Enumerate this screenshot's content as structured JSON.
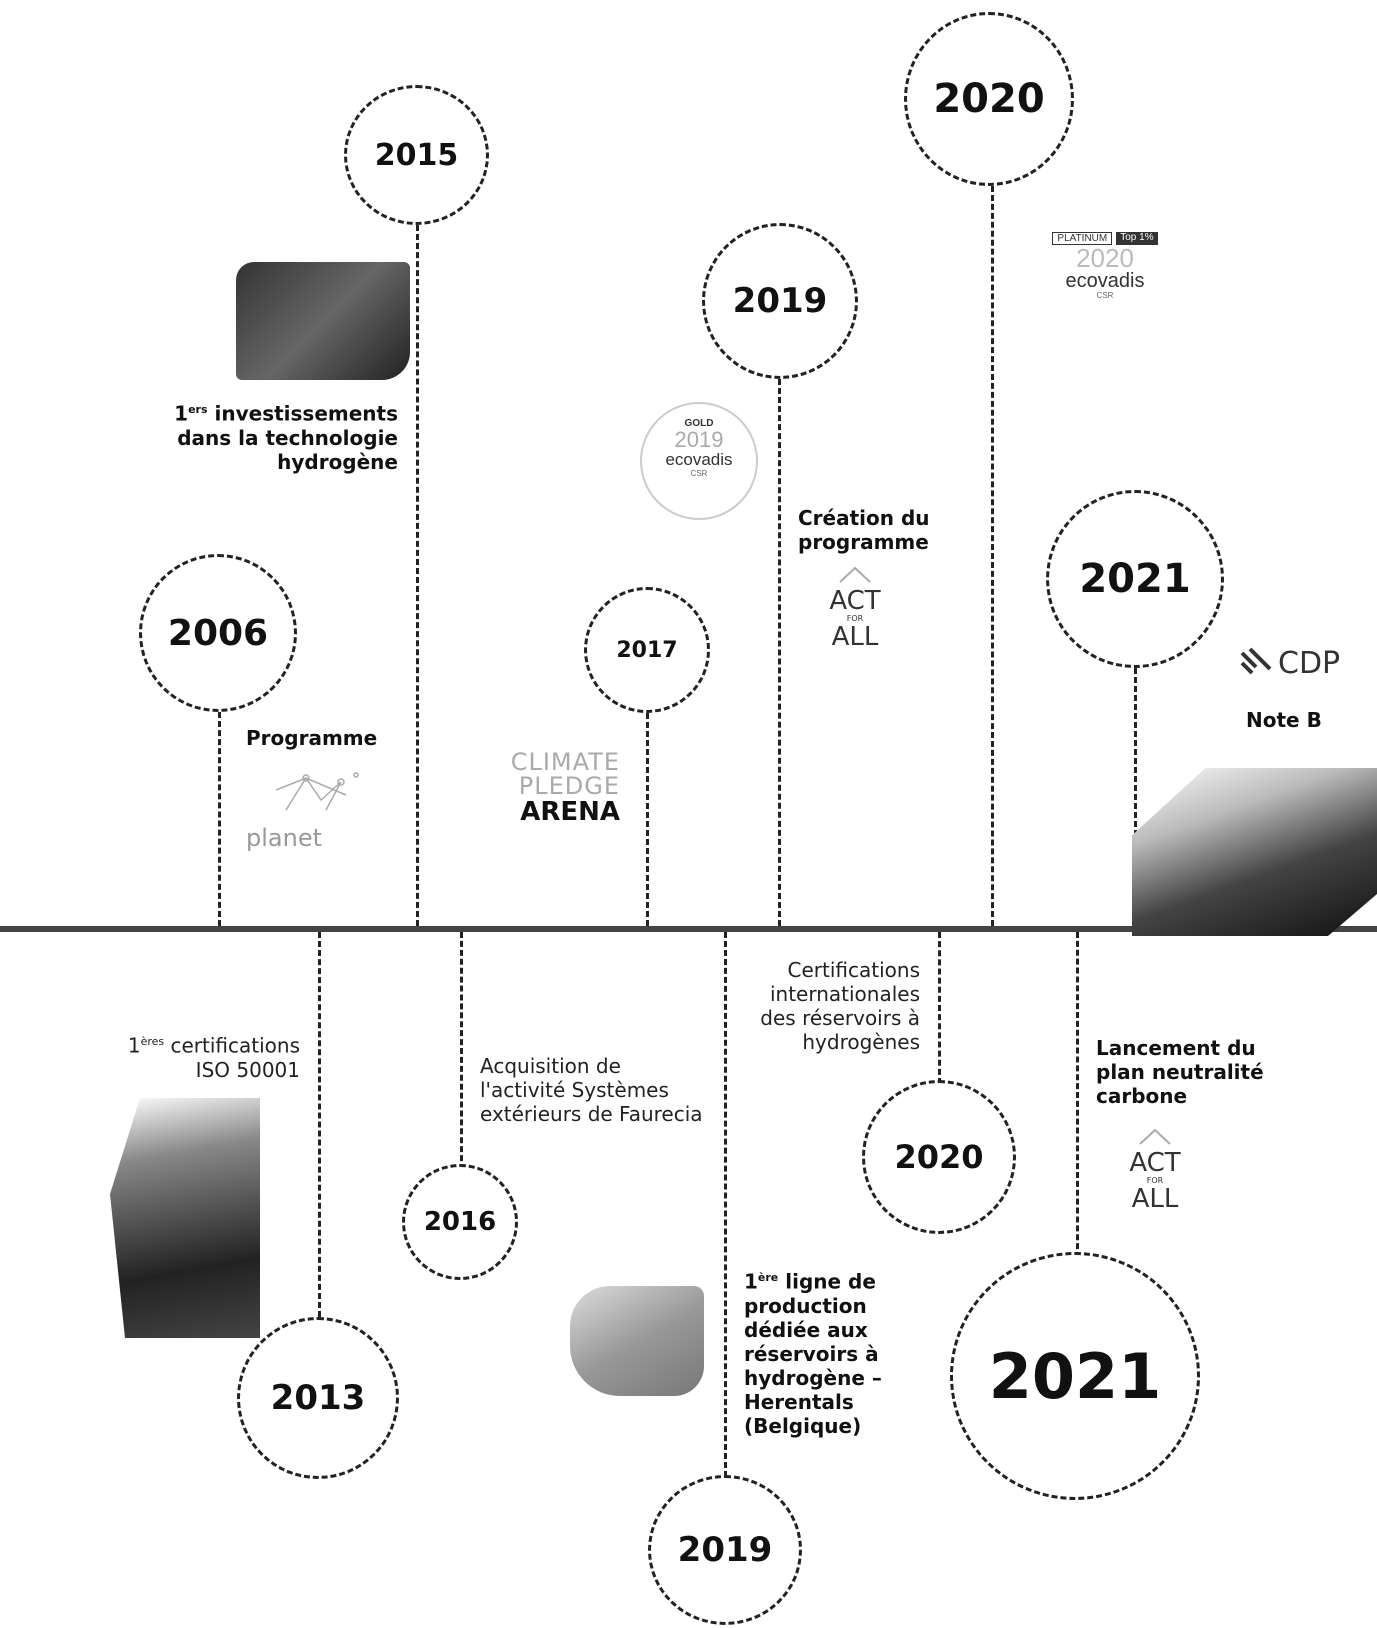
{
  "timeline": {
    "above": [
      {
        "id": "2006",
        "year": "2006",
        "label": "Programme",
        "logo_text": "planet"
      },
      {
        "id": "2015",
        "year": "2015",
        "label_sup": "ers",
        "label_prefix": "1",
        "label_rest": " investissements dans la technologie hydrogène"
      },
      {
        "id": "2017",
        "year": "2017",
        "logo_line1": "CLIMATE",
        "logo_line2": "PLEDGE",
        "logo_line3": "ARENA"
      },
      {
        "id": "2019",
        "year": "2019",
        "label": "Création du programme",
        "badge": "GOLD",
        "badge_year": "2019",
        "badge_brand": "ecovadis",
        "badge_sub": "CSR"
      },
      {
        "id": "2020",
        "year": "2020",
        "badge": "PLATINUM",
        "badge_tag": "Top 1%",
        "badge_year": "2020",
        "badge_brand": "ecovadis",
        "badge_sub": "CSR"
      },
      {
        "id": "2021",
        "year": "2021",
        "logo_text": "CDP",
        "label": "Note B"
      }
    ],
    "below": [
      {
        "id": "2013",
        "year": "2013",
        "label_prefix": "1",
        "label_sup": "ères",
        "label_rest": " certifications",
        "label_line2": "ISO 50001"
      },
      {
        "id": "2016",
        "year": "2016",
        "label": "Acquisition de l'activité Systèmes extérieurs de Faurecia"
      },
      {
        "id": "2019b",
        "year": "2019",
        "label_prefix": "1",
        "label_sup": "ère",
        "label_rest": " ligne de production dédiée aux réservoirs à hydrogène – Herentals (Belgique)"
      },
      {
        "id": "2020b",
        "year": "2020",
        "label": "Certifications internationales des réservoirs à hydrogènes"
      },
      {
        "id": "2021b",
        "year": "2021",
        "label": "Lancement du plan neutralité carbone"
      }
    ]
  },
  "act_for_all": {
    "line1": "ACT",
    "line2": "FOR",
    "line3": "ALL"
  }
}
